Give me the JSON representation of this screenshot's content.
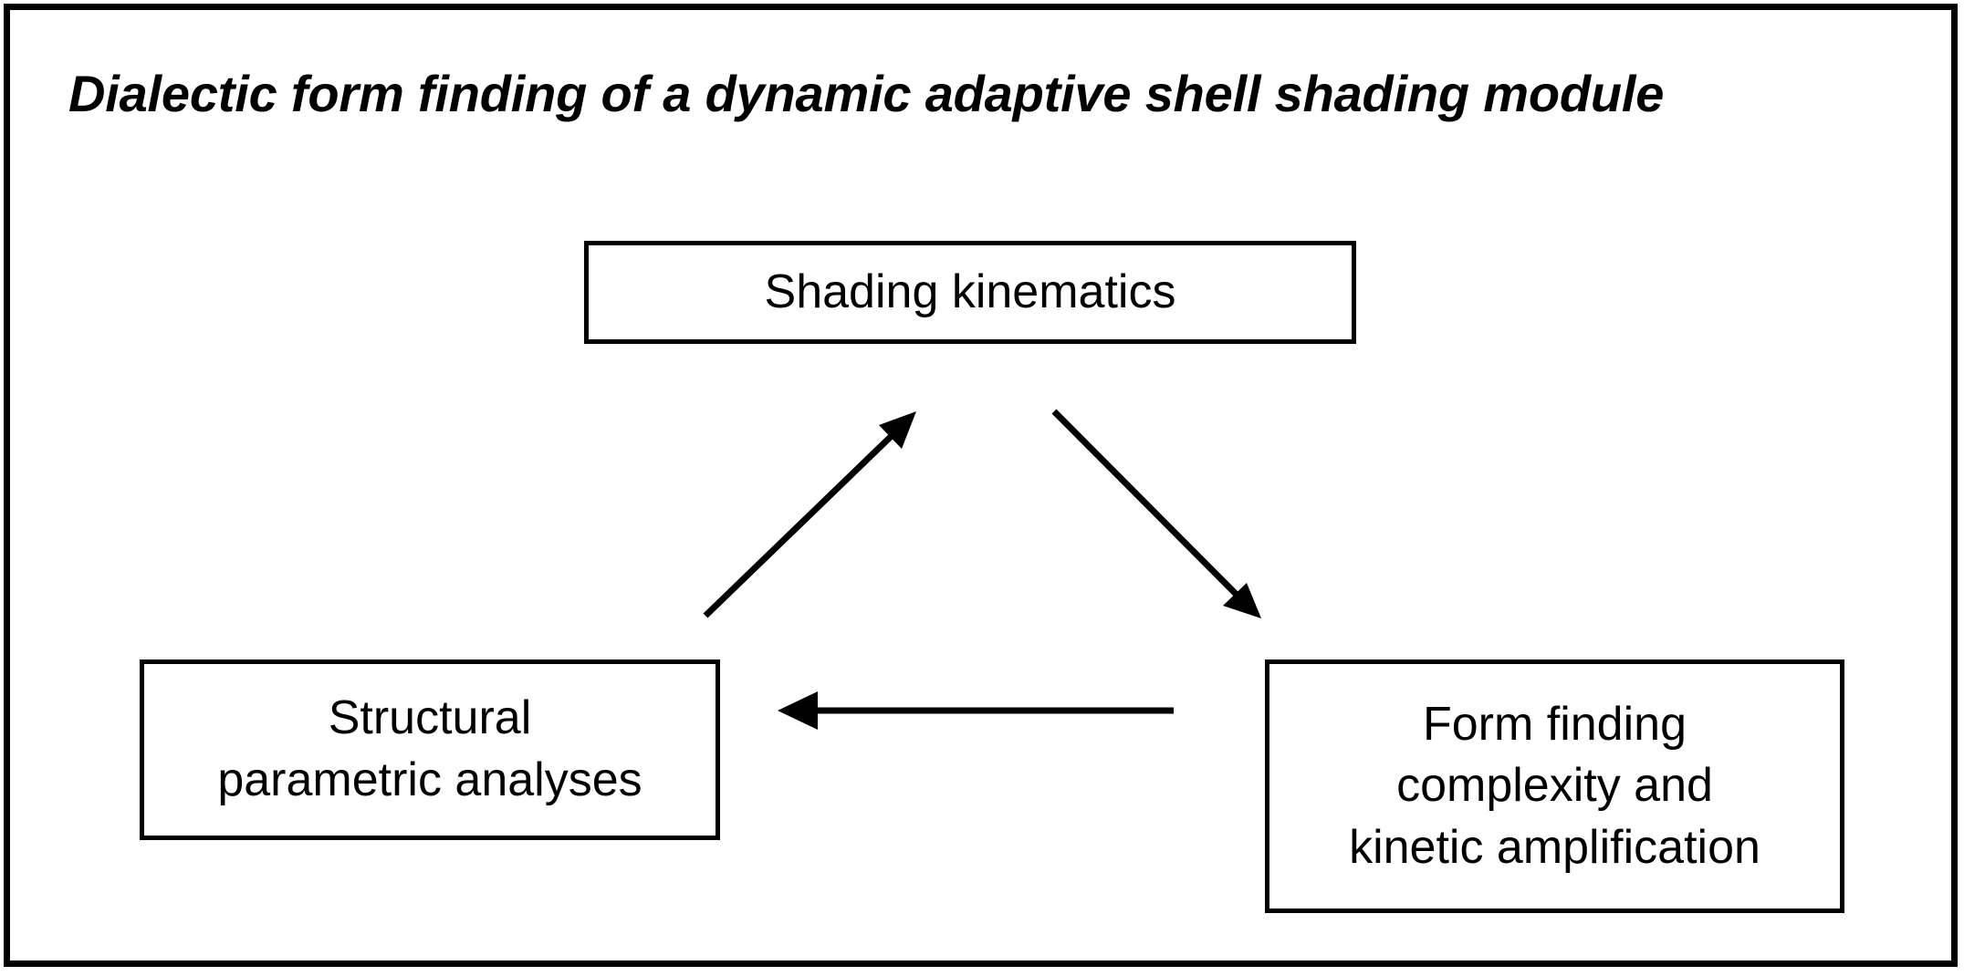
{
  "figure": {
    "title": "Dialectic form finding of a dynamic adaptive shell shading module",
    "border_color": "#000000",
    "background_color": "#ffffff",
    "text_color": "#000000"
  },
  "nodes": [
    {
      "id": "shading-kinematics",
      "label": "Shading kinematics",
      "position": "top-center"
    },
    {
      "id": "structural-parametric-analyses",
      "label": "Structural\nparametric analyses",
      "position": "bottom-left"
    },
    {
      "id": "form-finding-complexity-kinetic-amplification",
      "label": "Form finding\ncomplexity and\nkinetic amplification",
      "position": "bottom-right"
    }
  ],
  "arrows": [
    {
      "id": "arrow-left-up",
      "from": "structural-parametric-analyses",
      "to": "shading-kinematics",
      "direction": "up-right"
    },
    {
      "id": "arrow-right-down",
      "from": "shading-kinematics",
      "to": "form-finding-complexity-kinetic-amplification",
      "direction": "down-right"
    },
    {
      "id": "arrow-bottom-left",
      "from": "form-finding-complexity-kinetic-amplification",
      "to": "structural-parametric-analyses",
      "direction": "left"
    }
  ]
}
